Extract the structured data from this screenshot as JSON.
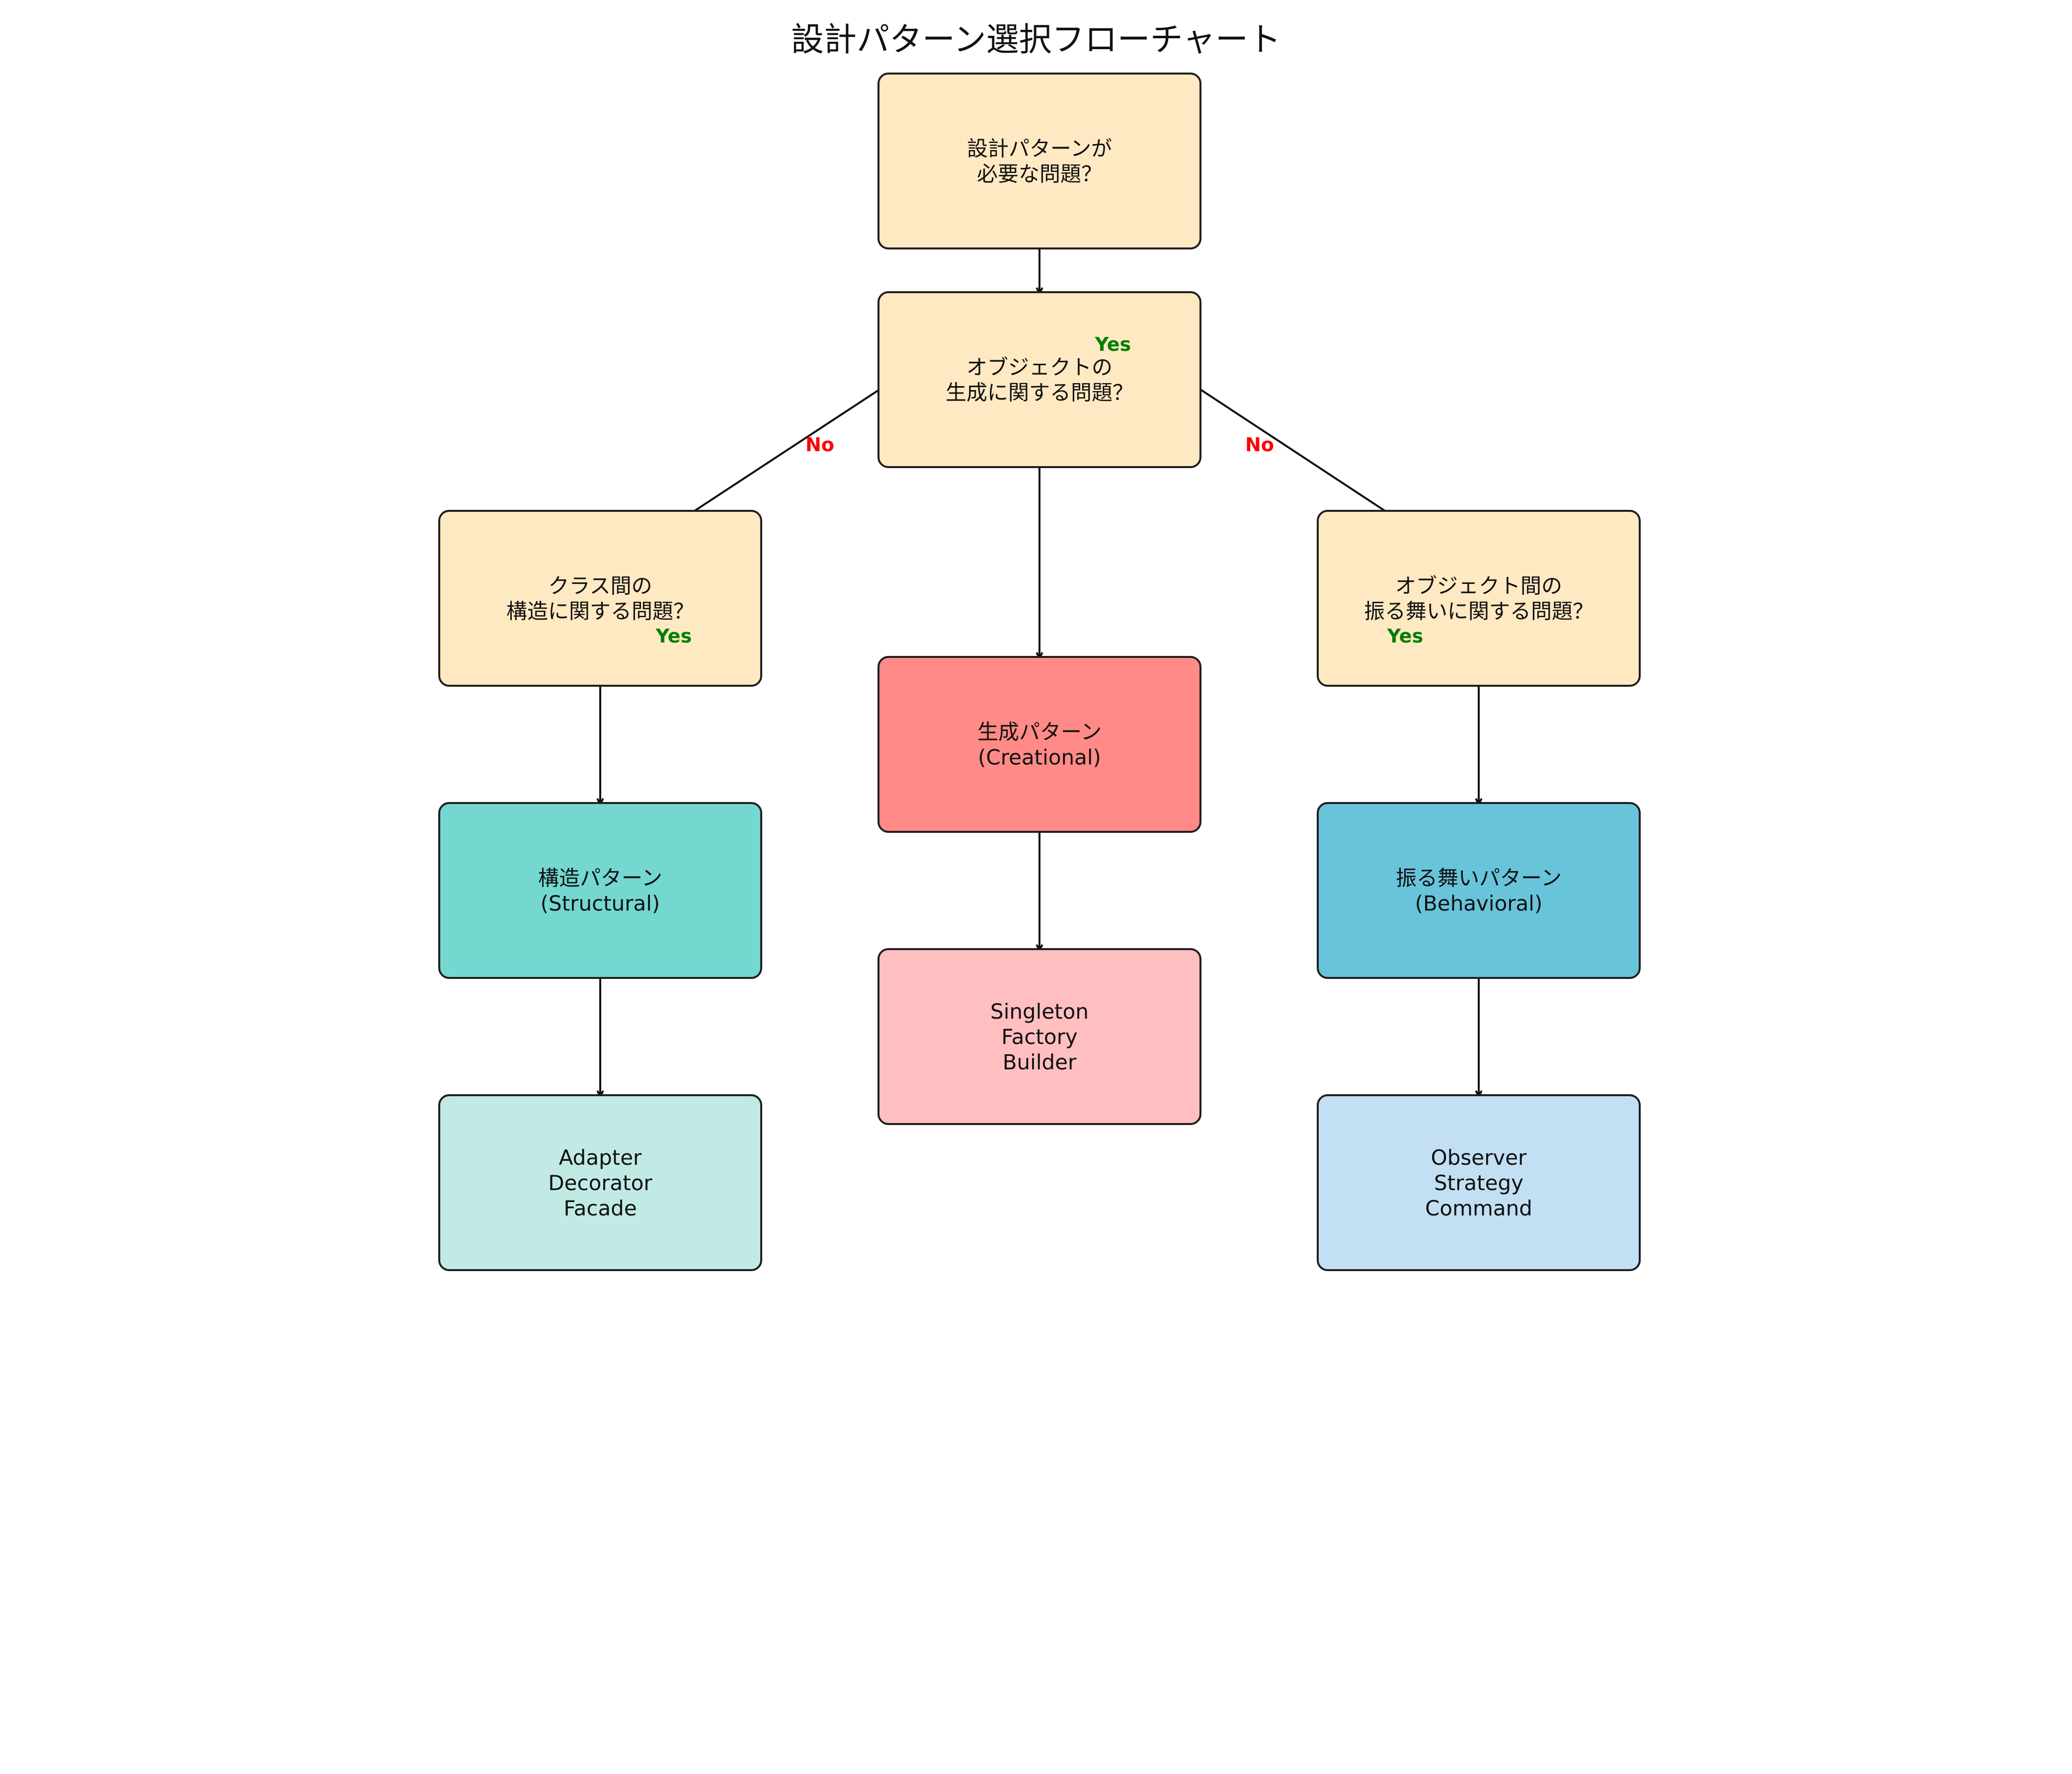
{
  "title": "設計パターン選択フローチャート",
  "colors": {
    "question": "#ffe9c3",
    "creational": "#ff8a87",
    "creational_examples": "#ffbfc0",
    "structural": "#74d7d0",
    "structural_examples": "#c1eae5",
    "behavioral": "#68c4da",
    "behavioral_examples": "#c3dff3",
    "yes": "#008000",
    "no": "#ff0000"
  },
  "nodes": [
    {
      "id": "need-pattern",
      "lines": [
        "設計パターンが",
        "必要な問題？"
      ],
      "fill": "question"
    },
    {
      "id": "creation-question",
      "lines": [
        "オブジェクトの",
        "生成に関する問題？"
      ],
      "fill": "question"
    },
    {
      "id": "structure-question",
      "lines": [
        "クラス間の",
        "構造に関する問題？"
      ],
      "fill": "question"
    },
    {
      "id": "behavior-question",
      "lines": [
        "オブジェクト間の",
        "振る舞いに関する問題？"
      ],
      "fill": "question"
    },
    {
      "id": "creational-pattern",
      "lines": [
        "生成パターン",
        "(Creational)"
      ],
      "fill": "creational"
    },
    {
      "id": "structural-pattern",
      "lines": [
        "構造パターン",
        "(Structural)"
      ],
      "fill": "structural"
    },
    {
      "id": "behavioral-pattern",
      "lines": [
        "振る舞いパターン",
        "(Behavioral)"
      ],
      "fill": "behavioral"
    },
    {
      "id": "creational-examples",
      "lines": [
        "Singleton",
        "Factory",
        "Builder"
      ],
      "fill": "creational_examples"
    },
    {
      "id": "structural-examples",
      "lines": [
        "Adapter",
        "Decorator",
        "Facade"
      ],
      "fill": "structural_examples"
    },
    {
      "id": "behavioral-examples",
      "lines": [
        "Observer",
        "Strategy",
        "Command"
      ],
      "fill": "behavioral_examples"
    }
  ],
  "edges": [
    {
      "from": "need-pattern",
      "to": "creation-question"
    },
    {
      "from": "creation-question",
      "to": "creational-pattern",
      "label": "Yes"
    },
    {
      "from": "creation-question",
      "to": "structure-question",
      "label": "No"
    },
    {
      "from": "creation-question",
      "to": "behavior-question",
      "label": "No"
    },
    {
      "from": "structure-question",
      "to": "structural-pattern",
      "label": "Yes"
    },
    {
      "from": "behavior-question",
      "to": "behavioral-pattern",
      "label": "Yes"
    },
    {
      "from": "creational-pattern",
      "to": "creational-examples"
    },
    {
      "from": "structural-pattern",
      "to": "structural-examples"
    },
    {
      "from": "behavioral-pattern",
      "to": "behavioral-examples"
    }
  ]
}
